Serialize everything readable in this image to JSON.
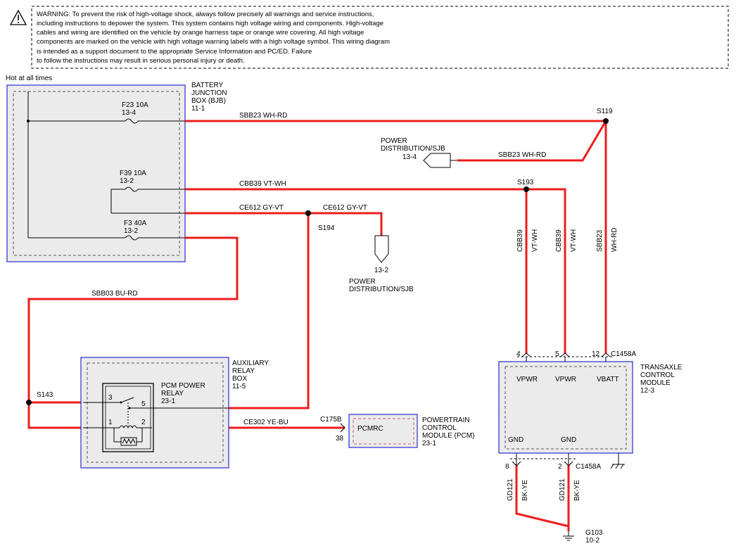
{
  "warning": {
    "lines": [
      "WARNING: To prevent the risk of high-voltage shock, always follow precisely all warnings and service instructions,",
      "including instructions to depower the system. This system contains high voltage wiring and components. High-voltage",
      "cables and wiring are identified on the vehicle by orange harness tape or orange wire covering. All high voltage",
      "components are marked on the vehicle with high voltage warning labels with a high voltage symbol. This wiring diagram",
      "is intended as a support document to the appropriate Service Information and PC/ED.  Failure",
      "to follow the instructions may result in serious personal injury or death."
    ]
  },
  "hot_label": "Hot at all times",
  "bjb": {
    "name_lines": [
      "BATTERY",
      "JUNCTION",
      "BOX (BJB)",
      "11-1"
    ],
    "fuses": [
      {
        "name": "F23  10A",
        "ref": "13-4"
      },
      {
        "name": "F39  10A",
        "ref": "13-2"
      },
      {
        "name": "F3  40A",
        "ref": "13-2"
      }
    ]
  },
  "wires": {
    "sbb23_top": "SBB23   WH-RD",
    "sbb23_mid": "SBB23   WH-RD",
    "cbb39_top": "CBB39   VT-WH",
    "ce612_left": "CE612   GY-VT",
    "ce612_right": "CE612   GY-VT",
    "sbb03": "SBB03   BU-RD",
    "ce302": "CE302   YE-BU",
    "vert_cbb39_a": "CBB39",
    "vert_vtwh_a": "VT-WH",
    "vert_cbb39_b": "CBB39",
    "vert_vtwh_b": "VT-WH",
    "vert_sbb23": "SBB23",
    "vert_whrd": "WH-RD",
    "vert_gd121_a": "GD121",
    "vert_bkye_a": "BK-YE",
    "vert_gd121_b": "GD121",
    "vert_bkye_b": "BK-YE"
  },
  "splices": {
    "s119": "S119",
    "s193": "S193",
    "s194": "S194",
    "s143": "S143"
  },
  "power_dist_top": {
    "lines": [
      "POWER",
      "DISTRIBUTION/SJB"
    ],
    "ref": "13-4"
  },
  "power_dist_bottom": {
    "ref": "13-2",
    "lines": [
      "POWER",
      "DISTRIBUTION/SJB"
    ]
  },
  "aux_relay_box": {
    "name_lines": [
      "AUXILIARY",
      "RELAY",
      "BOX",
      "11-5"
    ],
    "relay_lines": [
      "PCM POWER",
      "RELAY",
      "23-1"
    ],
    "pins": [
      "3",
      "5",
      "1",
      "2"
    ]
  },
  "pcm": {
    "connector": "C175B",
    "pin": "38",
    "inner": "PCMRC",
    "name_lines": [
      "POWERTRAIN",
      "CONTROL",
      "MODULE (PCM)",
      "23-1"
    ]
  },
  "tcm": {
    "name_lines": [
      "TRANSAXLE",
      "CONTROL",
      "MODULE",
      "12-3"
    ],
    "top_connector": "C1458A",
    "bottom_connector": "C1458A",
    "top_pins": [
      "4",
      "5",
      "12"
    ],
    "bottom_pins": [
      "8",
      "2"
    ],
    "terminals_top": [
      "VPWR",
      "VPWR",
      "VBATT"
    ],
    "terminals_bottom": [
      "GND",
      "GND"
    ]
  },
  "ground": {
    "name": "G103",
    "ref": "10-2"
  }
}
